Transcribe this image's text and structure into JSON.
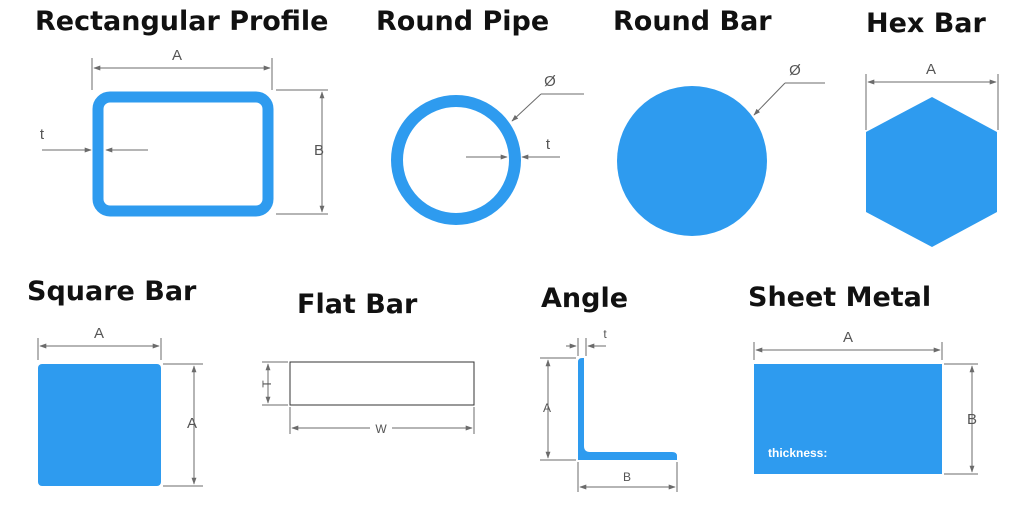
{
  "colors": {
    "shape": "#2E9BEF",
    "dim_line": "#6b6b6b",
    "title": "#111111"
  },
  "shapes": {
    "rectangular_profile": {
      "title": "Rectangular Profile",
      "dim_a": "A",
      "dim_b": "B",
      "dim_t": "t"
    },
    "round_pipe": {
      "title": "Round Pipe",
      "dim_dia": "Ø",
      "dim_t": "t"
    },
    "round_bar": {
      "title": "Round Bar",
      "dim_dia": "Ø"
    },
    "hex_bar": {
      "title": "Hex Bar",
      "dim_a": "A"
    },
    "square_bar": {
      "title": "Square Bar",
      "dim_a_top": "A",
      "dim_a_side": "A"
    },
    "flat_bar": {
      "title": "Flat Bar",
      "dim_t": "T",
      "dim_w": "W"
    },
    "angle": {
      "title": "Angle",
      "dim_t": "t",
      "dim_a": "A",
      "dim_b": "B"
    },
    "sheet_metal": {
      "title": "Sheet Metal",
      "dim_a": "A",
      "dim_b": "B",
      "thickness_label": "thickness:"
    }
  }
}
